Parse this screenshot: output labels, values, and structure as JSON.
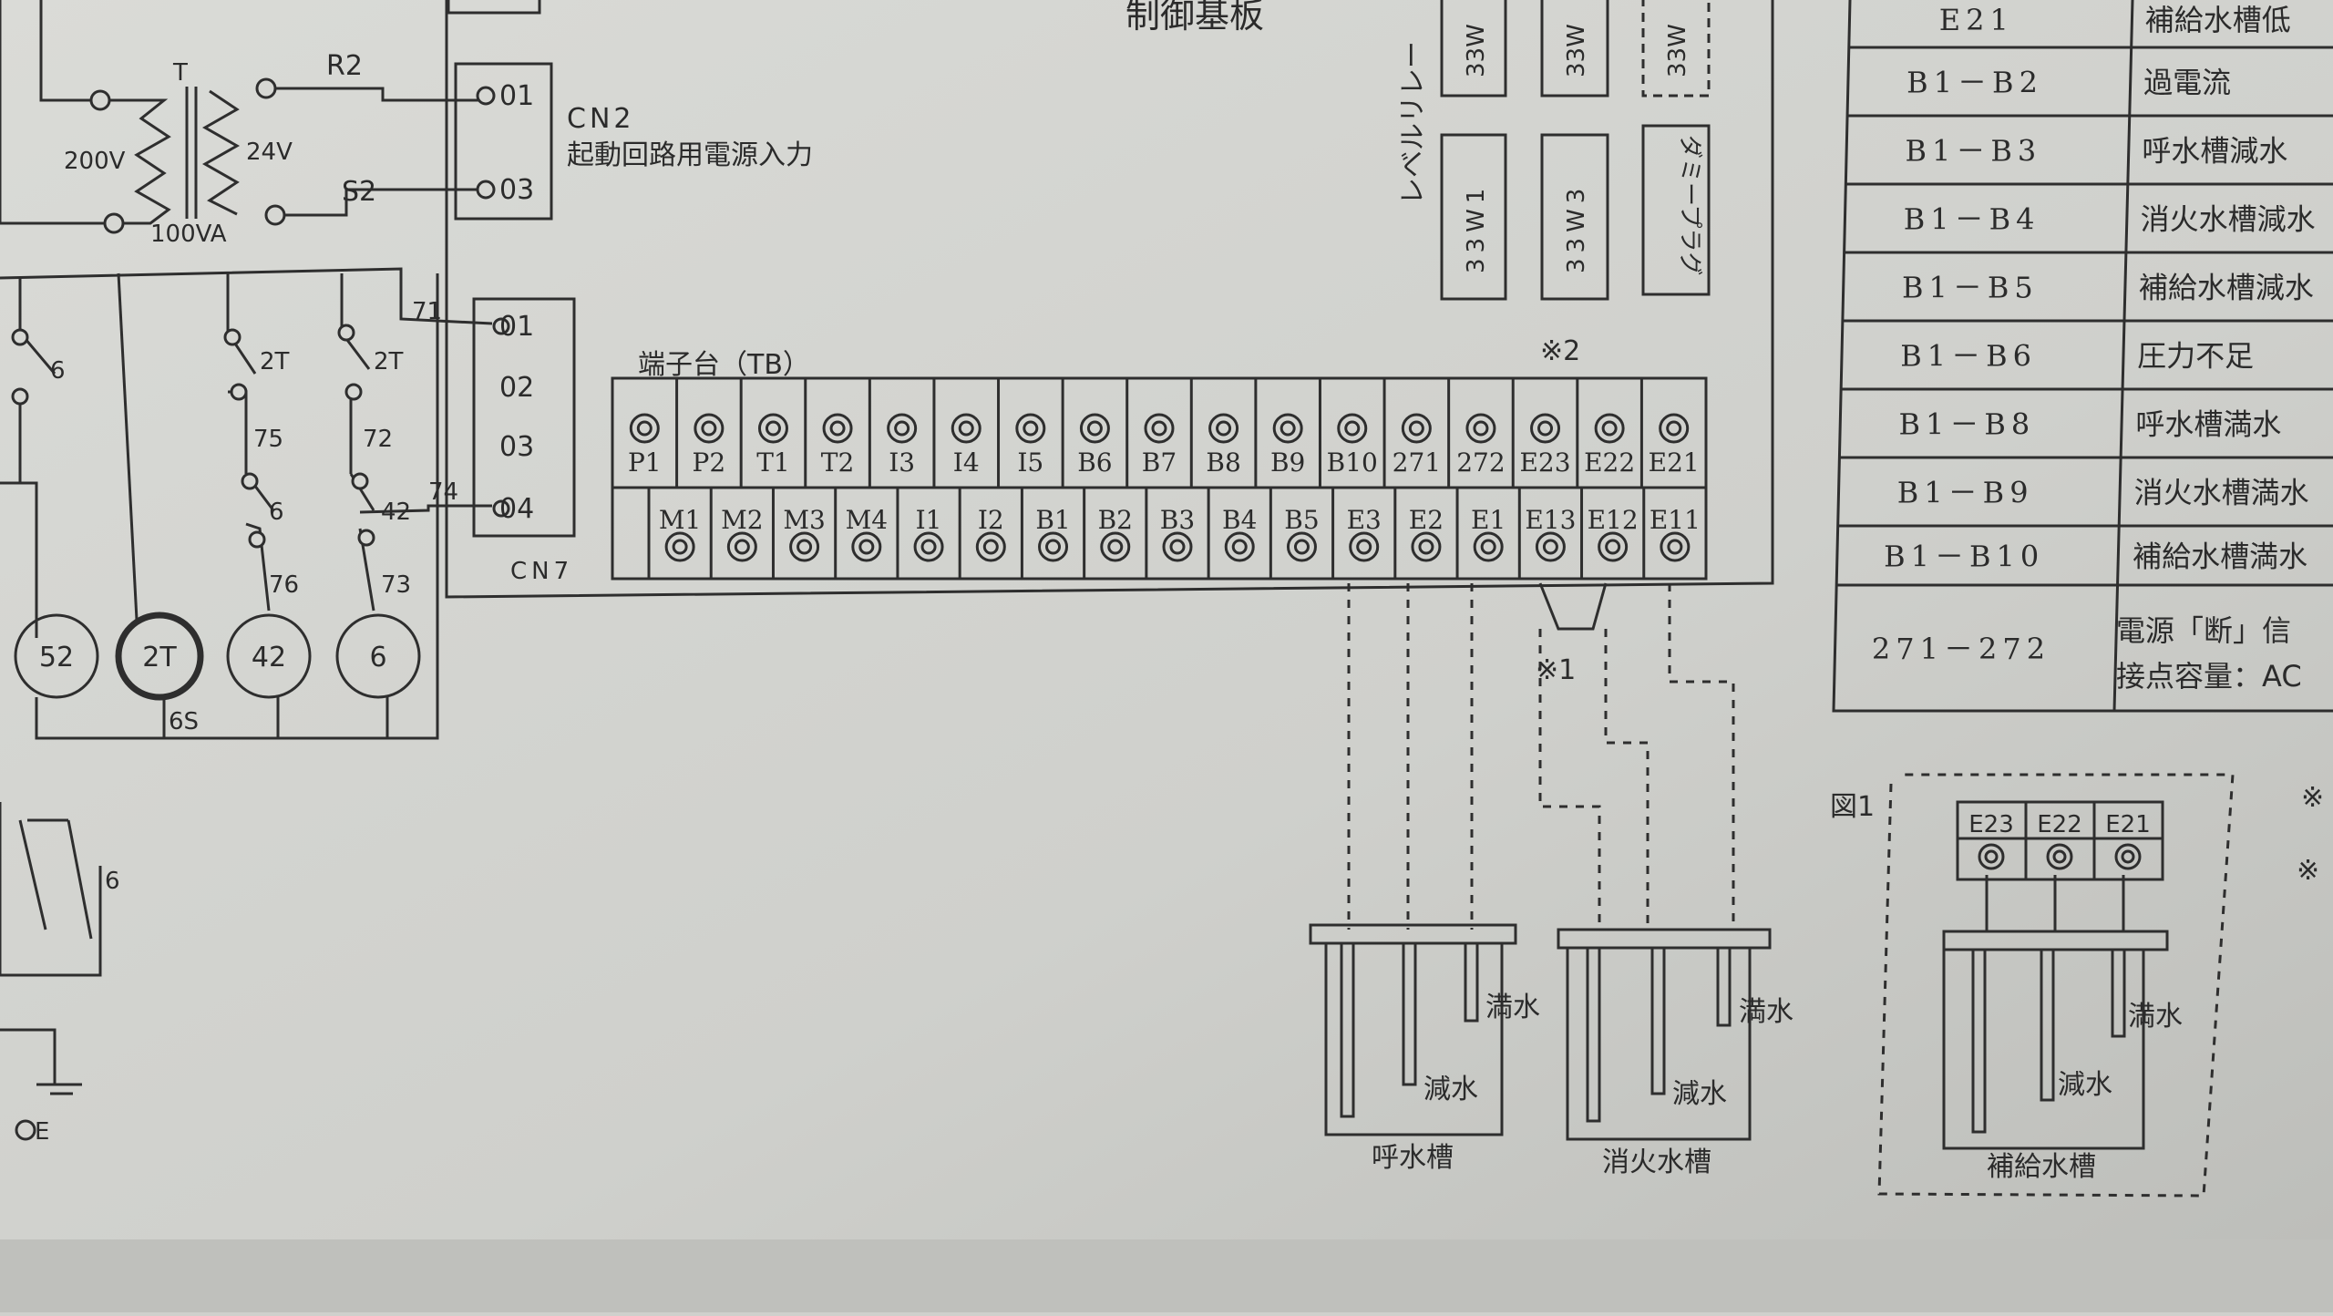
{
  "board": {
    "title": "制御基板",
    "cn2_label": "CN2",
    "cn2_desc": "起動回路用電源入力",
    "cn7_label": "CN7",
    "tb_label": "端子台（TB）",
    "level_relay": "レベルリレー",
    "note1": "※1",
    "note2": "※2",
    "relays": [
      {
        "top": "33W",
        "bottom": "33W1"
      },
      {
        "top": "33W",
        "bottom": "33W3"
      },
      {
        "top": "33W",
        "bottom": "ダミープラグ"
      }
    ]
  },
  "transformer": {
    "t": "T",
    "primary": "200V",
    "secondary": "24V",
    "rating": "100VA",
    "r2": "R2",
    "s2": "S2"
  },
  "cn2_pins": [
    "01",
    "03"
  ],
  "cn7_pins": [
    "01",
    "02",
    "03",
    "04"
  ],
  "left_circuit": {
    "labels": [
      "6",
      "2T",
      "2T",
      "71",
      "75",
      "72",
      "6",
      "42",
      "74",
      "76",
      "73",
      "6S",
      "6",
      "E"
    ],
    "coils": [
      "52",
      "2T",
      "42",
      "6"
    ]
  },
  "tb_top": [
    "P1",
    "P2",
    "T1",
    "T2",
    "I3",
    "I4",
    "I5",
    "B6",
    "B7",
    "B8",
    "B9",
    "B10",
    "271",
    "272",
    "E23",
    "E22",
    "E21"
  ],
  "tb_bottom": [
    "M1",
    "M2",
    "M3",
    "M4",
    "I1",
    "I2",
    "B1",
    "B2",
    "B3",
    "B4",
    "B5",
    "E3",
    "E2",
    "E1",
    "E13",
    "E12",
    "E11"
  ],
  "tanks": [
    {
      "name": "呼水槽",
      "full": "満水",
      "low": "減水"
    },
    {
      "name": "消火水槽",
      "full": "満水",
      "low": "減水"
    },
    {
      "name": "補給水槽",
      "full": "満水",
      "low": "減水"
    }
  ],
  "fig1": {
    "label": "図1",
    "terminals": [
      "E23",
      "E22",
      "E21"
    ]
  },
  "table": {
    "rows": [
      {
        "code": "E21",
        "desc": "補給水槽低"
      },
      {
        "code": "B1－B2",
        "desc": "過電流"
      },
      {
        "code": "B1－B3",
        "desc": "呼水槽減水"
      },
      {
        "code": "B1－B4",
        "desc": "消火水槽減水"
      },
      {
        "code": "B1－B5",
        "desc": "補給水槽減水"
      },
      {
        "code": "B1－B6",
        "desc": "圧力不足"
      },
      {
        "code": "B1－B8",
        "desc": "呼水槽満水"
      },
      {
        "code": "B1－B9",
        "desc": "消火水槽満水"
      },
      {
        "code": "B1－B10",
        "desc": "補給水槽満水"
      },
      {
        "code": "271－272",
        "desc": "電源「断」信",
        "desc2": "接点容量：AC"
      }
    ]
  },
  "side_marks": [
    "※",
    "※"
  ]
}
